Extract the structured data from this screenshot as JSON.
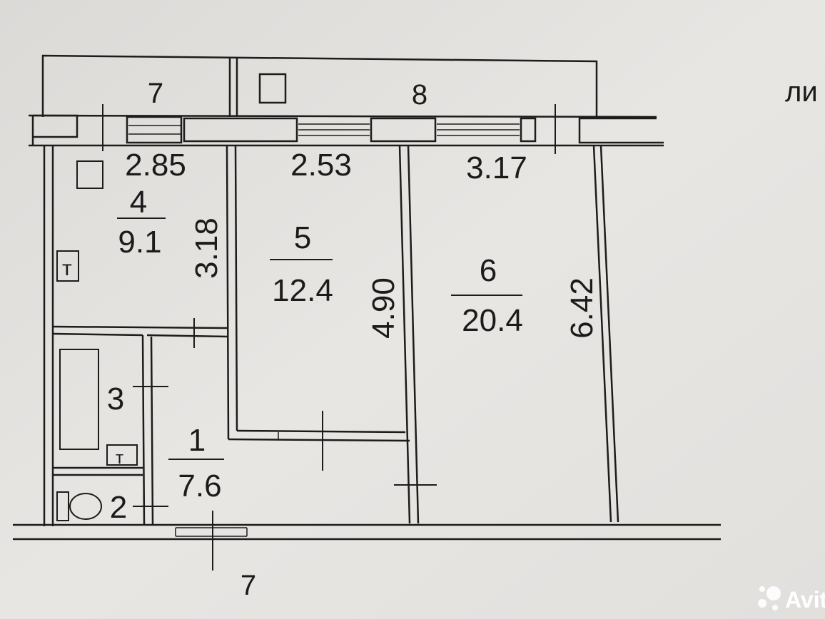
{
  "plan": {
    "top_numbers": {
      "left": "7",
      "right": "8"
    },
    "bottom_number": "7",
    "corner_text": "ли",
    "widths": {
      "room4": "2.85",
      "room5": "2.53",
      "room6": "3.17"
    },
    "heights": {
      "room4": "3.18",
      "room5": "4.90",
      "room6": "6.42"
    },
    "rooms": [
      {
        "number": "1",
        "area": "7.6"
      },
      {
        "number": "2"
      },
      {
        "number": "3"
      },
      {
        "number": "4",
        "area": "9.1"
      },
      {
        "number": "5",
        "area": "12.4"
      },
      {
        "number": "6",
        "area": "20.4"
      }
    ],
    "fixture_glyph": "т"
  },
  "watermark": {
    "text": "Avito"
  }
}
